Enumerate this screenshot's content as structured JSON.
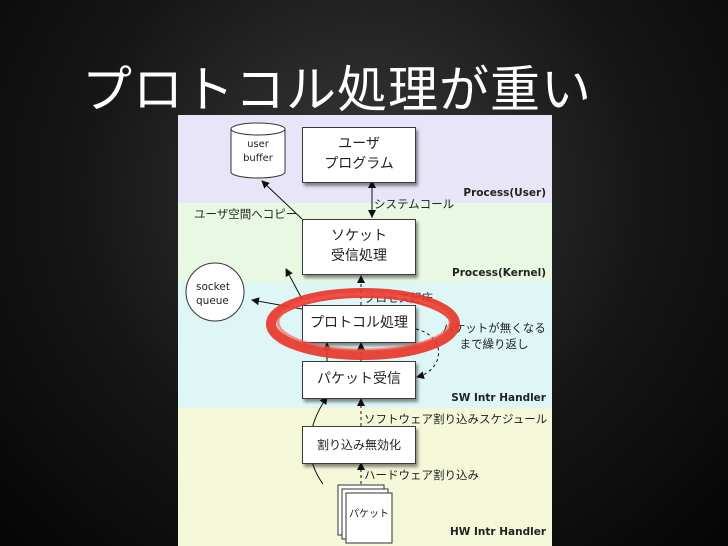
{
  "slide": {
    "title": "プロトコル処理が重い"
  },
  "diagram": {
    "regions": {
      "user": "Process(User)",
      "kernel": "Process(Kernel)",
      "sw": "SW Intr Handler",
      "hw": "HW Intr Handler"
    },
    "nodes": {
      "user_buffer": "user\nbuffer",
      "user_program": "ユーザ\nプログラム",
      "socket_recv": "ソケット\n受信処理",
      "socket_queue": "socket\nqueue",
      "protocol": "プロトコル処理",
      "packet_recv": "パケット受信",
      "intr_disable": "割り込み無効化",
      "packet": "パケット"
    },
    "edges": {
      "syscall": "システムコール",
      "copy_to_user": "ユーザ空間へコピー",
      "process_wakeup": "プロセス起床",
      "loop": "パケットが無くなる\nまで繰り返し",
      "sw_sched": "ソフトウェア割り込みスケジュール",
      "hw_intr": "ハードウェア割り込み"
    },
    "highlight_color": "#e8352a"
  }
}
